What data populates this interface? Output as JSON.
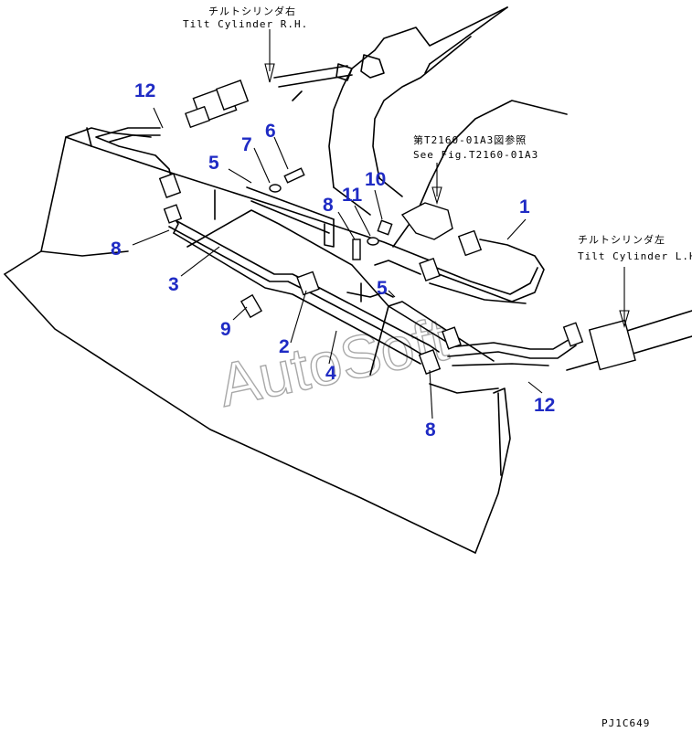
{
  "callouts": {
    "tilt_rh_jp": "チルトシリンダ右",
    "tilt_rh_en": "Tilt Cylinder R.H.",
    "tilt_lh_jp": "チルトシリンダ左",
    "tilt_lh_en": "Tilt Cylinder L.H.",
    "see_fig_jp": "第T2160-01A3図参照",
    "see_fig_en": "See Fig.T2160-01A3"
  },
  "part_numbers": {
    "p12_top": "12",
    "p7": "7",
    "p6": "6",
    "p5_top": "5",
    "p10": "10",
    "p11": "11",
    "p8_mid": "8",
    "p1": "1",
    "p8_left": "8",
    "p3": "3",
    "p5_mid": "5",
    "p9": "9",
    "p2": "2",
    "p4": "4",
    "p12_right": "12",
    "p8_bottom": "8"
  },
  "watermark": "AutoSoft",
  "drawing_code": "PJ1C649"
}
